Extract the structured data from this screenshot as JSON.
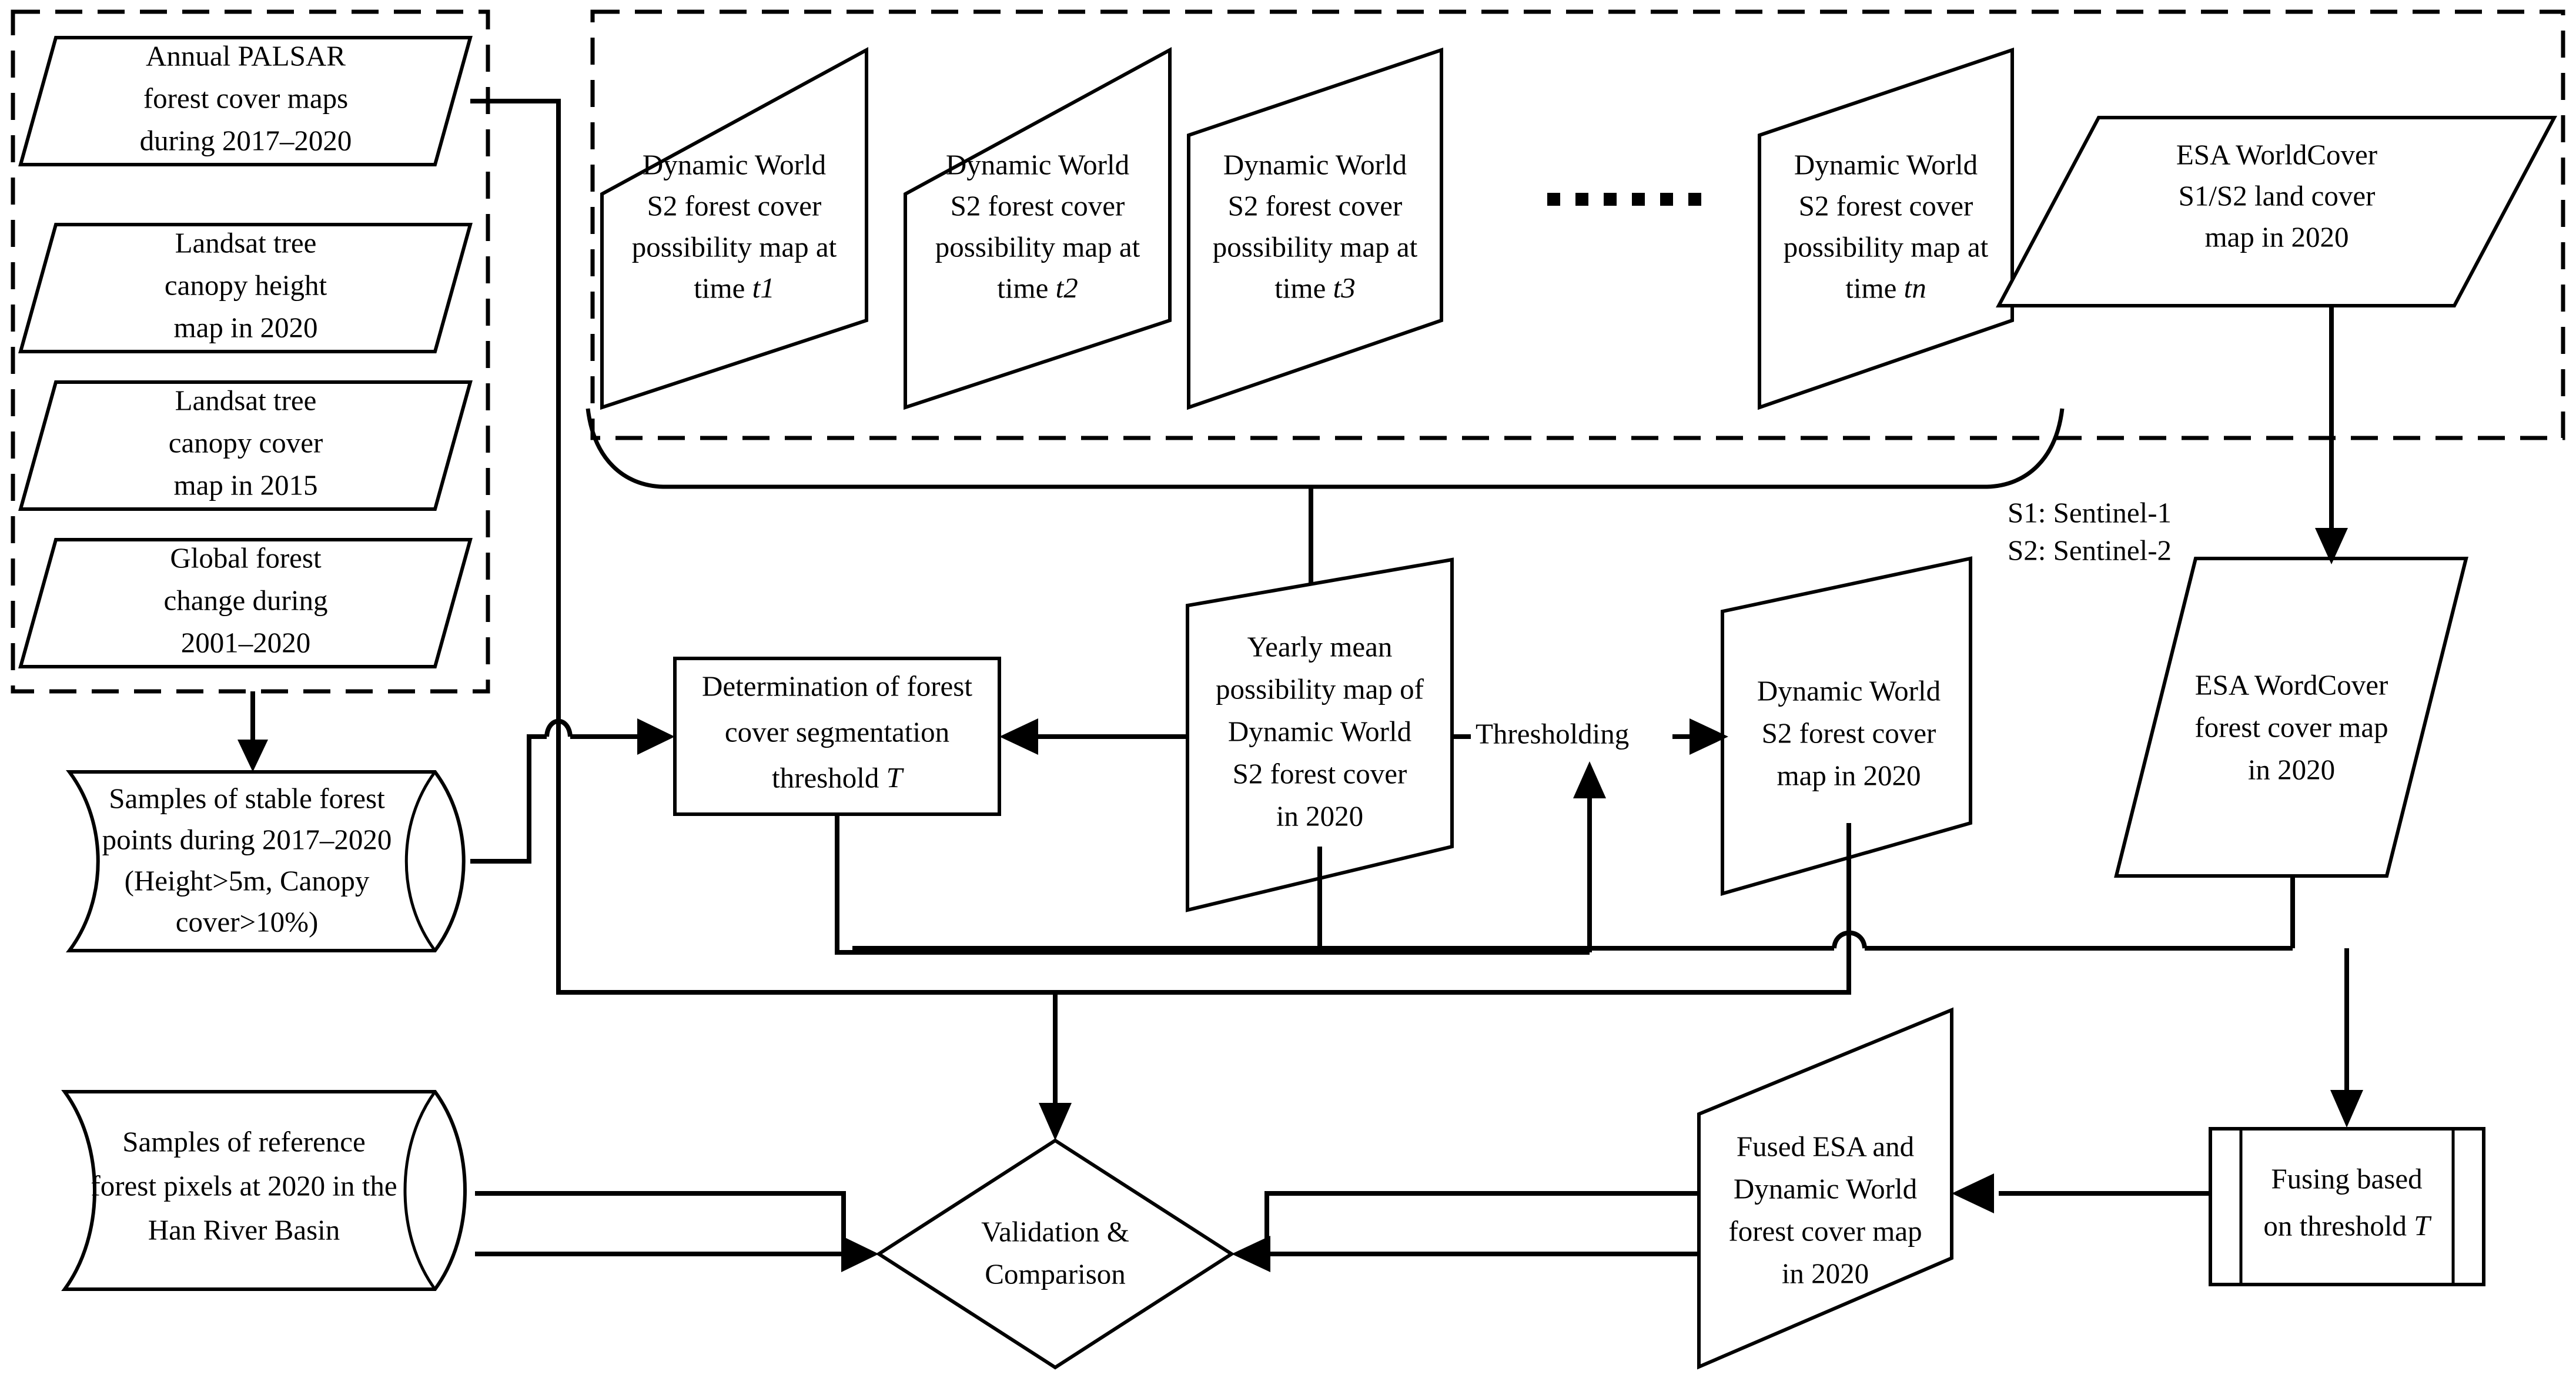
{
  "diagram": {
    "title_note": "Forest cover mapping workflow flowchart",
    "legend": {
      "line1": "S1: Sentinel-1",
      "line2": "S2: Sentinel-2"
    },
    "ellipsis": "......",
    "groups": {
      "auxiliary_datasets_group": "dashed-group-left",
      "dynamic_world_group": "dashed-group-top"
    },
    "nodes": {
      "palsar": {
        "shape": "parallelogram",
        "lines": [
          "Annual PALSAR",
          "forest cover maps",
          "during 2017–2020"
        ]
      },
      "canopy_height": {
        "shape": "parallelogram",
        "lines": [
          "Landsat tree",
          "canopy height",
          "map in 2020"
        ]
      },
      "canopy_cover": {
        "shape": "parallelogram",
        "lines": [
          "Landsat tree",
          "canopy cover",
          "map in 2015"
        ]
      },
      "forest_change": {
        "shape": "parallelogram",
        "lines": [
          "Global forest",
          "change during",
          "2001–2020"
        ]
      },
      "stable_samples": {
        "shape": "cylinder",
        "lines": [
          "Samples of stable forest",
          "points during 2017–2020",
          "(Height>5m, Canopy",
          "cover>10%)"
        ]
      },
      "reference_samples": {
        "shape": "cylinder",
        "lines": [
          "Samples of reference",
          "forest pixels at 2020 in the",
          "Han River Basin"
        ]
      },
      "dw_t1": {
        "shape": "skewed-parallelogram",
        "lines": [
          "Dynamic World",
          "S2 forest cover",
          "possibility map at",
          "time t1"
        ],
        "time_label": "t1"
      },
      "dw_t2": {
        "shape": "skewed-parallelogram",
        "lines": [
          "Dynamic World",
          "S2 forest cover",
          "possibility map at",
          "time t2"
        ],
        "time_label": "t2"
      },
      "dw_t3": {
        "shape": "skewed-parallelogram",
        "lines": [
          "Dynamic World",
          "S2 forest cover",
          "possibility map at",
          "time t3"
        ],
        "time_label": "t3"
      },
      "dw_tn": {
        "shape": "skewed-parallelogram",
        "lines": [
          "Dynamic World",
          "S2 forest cover",
          "possibility map at",
          "time tn"
        ],
        "time_label": "tn"
      },
      "esa_landcover": {
        "shape": "parallelogram",
        "lines": [
          "ESA WorldCover",
          "S1/S2 land cover",
          "map in 2020"
        ]
      },
      "determination": {
        "shape": "process",
        "lines": [
          "Determination of forest",
          "cover segmentation",
          "threshold T"
        ],
        "italic_tail": "T"
      },
      "yearly_mean": {
        "shape": "skewed-parallelogram",
        "lines": [
          "Yearly mean",
          "possibility map of",
          "Dynamic World",
          "S2 forest cover",
          "in 2020"
        ]
      },
      "dw_map_2020": {
        "shape": "skewed-parallelogram",
        "lines": [
          "Dynamic World",
          "S2 forest cover",
          "map in 2020"
        ]
      },
      "esa_forest_2020": {
        "shape": "skewed-parallelogram",
        "lines": [
          "ESA WordCover",
          "forest cover map",
          "in 2020"
        ]
      },
      "fused_map": {
        "shape": "skewed-parallelogram",
        "lines": [
          "Fused ESA and",
          "Dynamic World",
          "forest cover map",
          "in 2020"
        ]
      },
      "fusing": {
        "shape": "predefined-process",
        "lines": [
          "Fusing based",
          "on threshold T"
        ],
        "italic_tail": "T"
      },
      "validation": {
        "shape": "diamond",
        "lines": [
          "Validation &",
          "Comparison"
        ]
      }
    },
    "edge_labels": {
      "thresholding": "Thresholding"
    }
  }
}
